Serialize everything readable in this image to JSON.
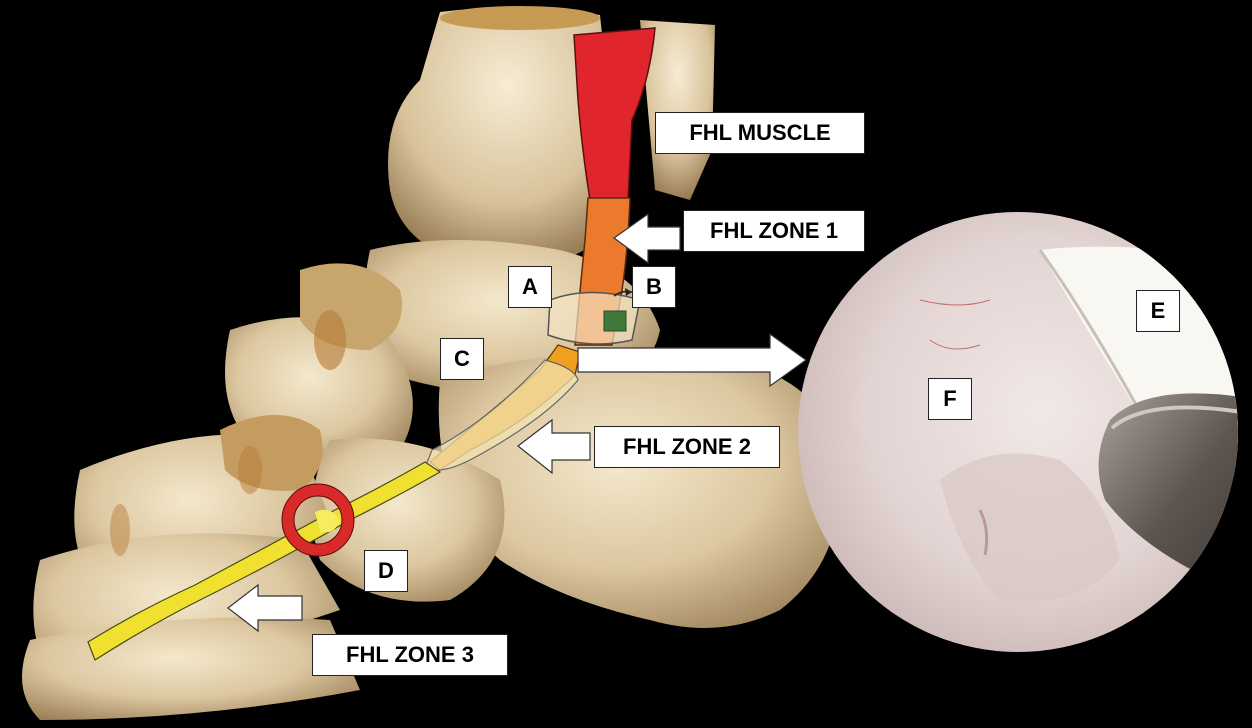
{
  "labels": {
    "fhl_muscle": "FHL MUSCLE",
    "fhl_zone_1": "FHL ZONE 1",
    "fhl_zone_2": "FHL ZONE 2",
    "fhl_zone_3": "FHL ZONE 3",
    "a": "A",
    "b": "B",
    "c": "C",
    "d": "D",
    "e": "E",
    "f": "F"
  },
  "colors": {
    "background": "#000000",
    "bone": "#e8d8b8",
    "muscle": "#e0262c",
    "zone1": "#ec7a2c",
    "zone2": "#f0a020",
    "zone3": "#f0e030",
    "sesamoid_ring": "#d92a2a",
    "marker": "#3f7a3a",
    "arrow": "#ffffff"
  }
}
